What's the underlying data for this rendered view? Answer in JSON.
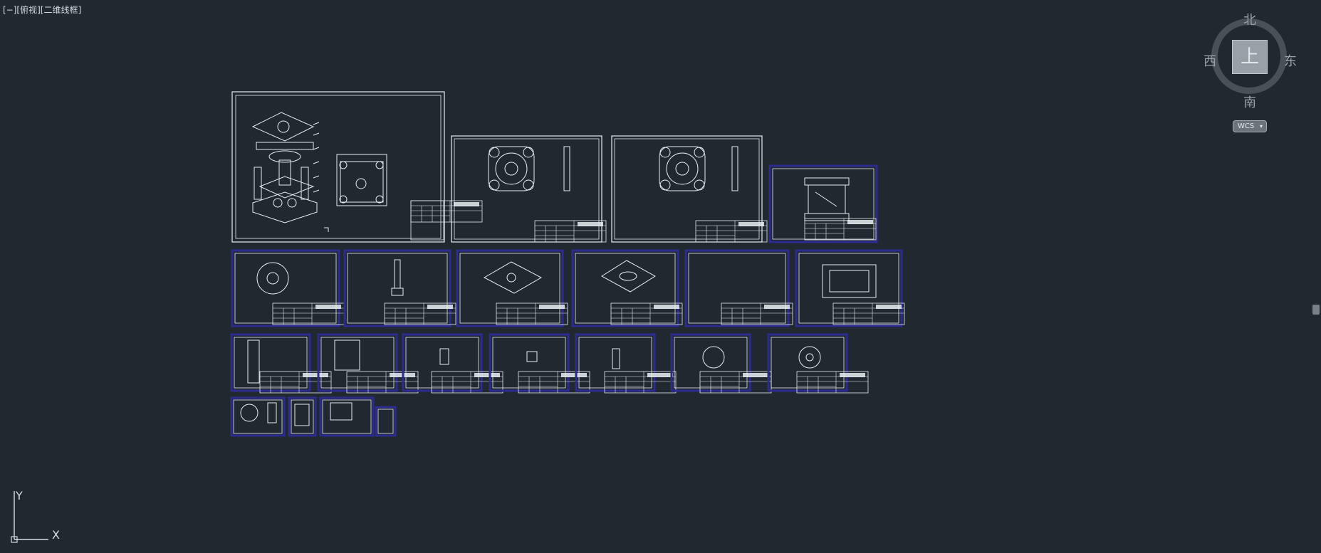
{
  "viewport": {
    "label": "[−][俯视][二维线框]"
  },
  "viewcube": {
    "north": "北",
    "south": "南",
    "west": "西",
    "east": "东",
    "face": "上",
    "wcs_label": "WCS",
    "wcs_caret": "▾"
  },
  "ucs": {
    "x_label": "X",
    "y_label": "Y"
  },
  "colors": {
    "background": "#212830",
    "sheet_border_outer": "#2c2c90",
    "line": "#e9edf2"
  }
}
